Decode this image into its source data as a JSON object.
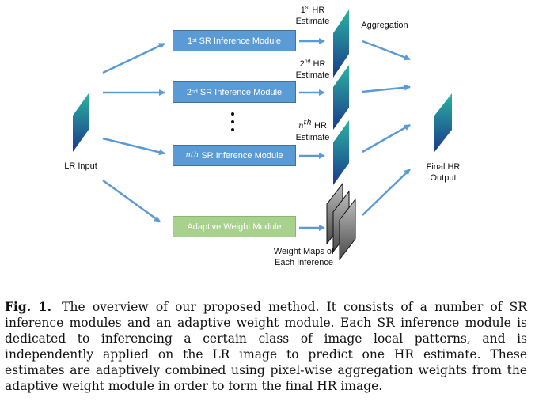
{
  "diagram": {
    "lr_input_label": "LR Input",
    "final_output_label_line1": "Final HR",
    "final_output_label_line2": "Output",
    "aggregation_label": "Aggregation",
    "modules": [
      {
        "prefix": "1",
        "sup": "st",
        "text": "SR Inference Module"
      },
      {
        "prefix": "2",
        "sup": "nd",
        "text": "SR Inference Module"
      },
      {
        "prefix": "n",
        "sup": "th",
        "text": "SR Inference Module"
      }
    ],
    "adaptive_module_label": "Adaptive Weight Module",
    "estimates": [
      {
        "prefix": "1",
        "sup": "st",
        "word": "HR",
        "line2": "Estimate"
      },
      {
        "prefix": "2",
        "sup": "nd",
        "word": "HR",
        "line2": "Estimate"
      },
      {
        "prefix": "n",
        "sup": "th",
        "word": "HR",
        "line2": "Estimate"
      }
    ],
    "weight_maps_line1": "Weight Maps of",
    "weight_maps_line2": "Each Inference",
    "colors": {
      "arrow": "#5b9bd5",
      "sr_box": "#5b9bd5",
      "adaptive_box": "#a9d18e",
      "gradient_top": "#2ab3a0",
      "gradient_bottom": "#1a3a8c"
    }
  },
  "caption": {
    "label": "Fig. 1.",
    "text": "The overview of our proposed method. It consists of a number of SR inference modules and an adaptive weight module. Each SR inference module is dedicated to inferencing a certain class of image local patterns, and is independently applied on the LR image to predict one HR estimate. These estimates are adaptively combined using pixel-wise aggregation weights from the adaptive weight module in order to form the final HR image."
  }
}
